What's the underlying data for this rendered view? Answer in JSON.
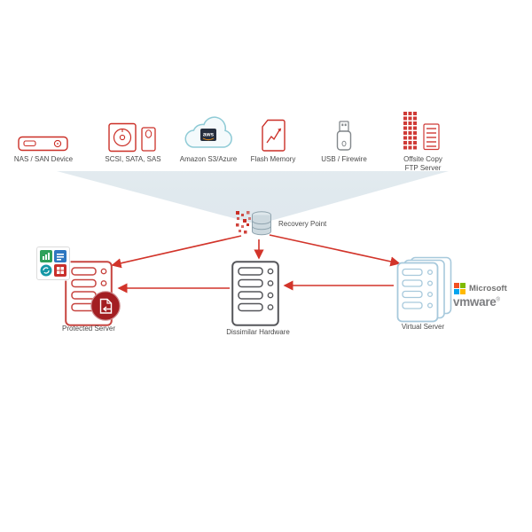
{
  "diagram": {
    "sources": [
      {
        "label": "NAS / SAN Device",
        "icon": "nas-device"
      },
      {
        "label": "SCSI, SATA, SAS",
        "icon": "disk-drives"
      },
      {
        "label": "Amazon S3/Azure",
        "icon": "cloud",
        "badge_text": "aws"
      },
      {
        "label": "Flash Memory",
        "icon": "sd-card"
      },
      {
        "label": "USB / Firewire",
        "icon": "usb-stick"
      },
      {
        "label": "Offsite Copy FTP Server",
        "icon": "ftp-server-buildings"
      }
    ],
    "hub": {
      "label": "Recovery Point",
      "icon": "disk-stack-with-blocks"
    },
    "targets": [
      {
        "label": "Protected Server",
        "icon": "server-tower-red"
      },
      {
        "label": "Dissimilar Hardware",
        "icon": "server-tower-gray"
      },
      {
        "label": "Virtual Server",
        "icon": "server-tower-stack-blue"
      }
    ],
    "logos": {
      "microsoft": "Microsoft",
      "vmware": "vmware",
      "vmware_reg": "®"
    }
  },
  "colors": {
    "accent_red": "#cb2f27",
    "arrow_red": "#d2342a",
    "badge_red": "#a31e22",
    "gray_outline": "#55565a",
    "virtual_blue": "#a7c9dc",
    "funnel_fill": "#d3dfe7",
    "aws_navy": "#262f3e",
    "aws_orange": "#f29111",
    "ms_red": "#f25022",
    "ms_green": "#7fba00",
    "ms_blue": "#00a4ef",
    "ms_yellow": "#ffb900"
  }
}
